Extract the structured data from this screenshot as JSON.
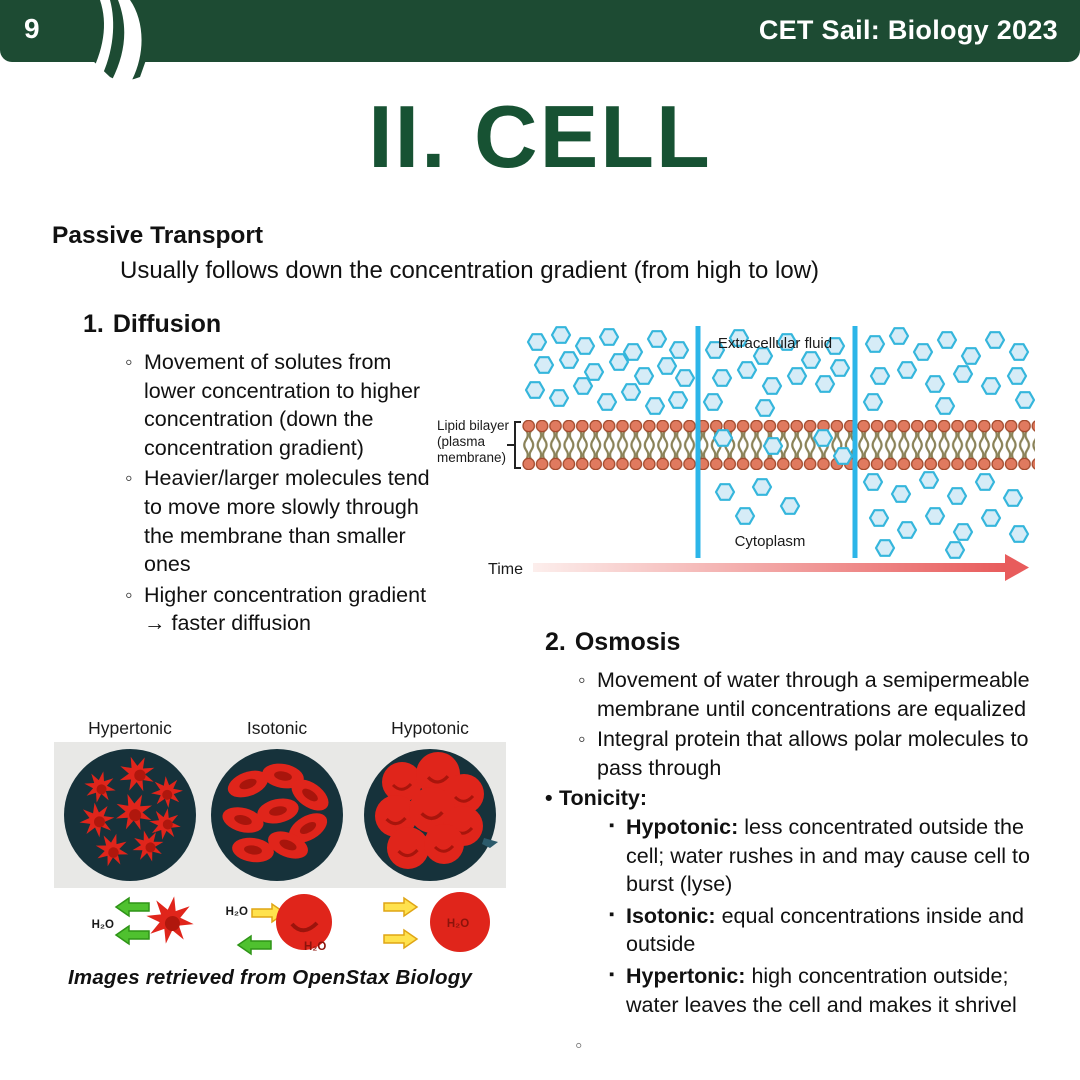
{
  "header": {
    "page_number": "9",
    "course_title": "CET Sail: Biology 2023"
  },
  "title": "II. CELL",
  "passive_transport": {
    "heading": "Passive Transport",
    "subheading": "Usually follows down the concentration gradient (from high to low)"
  },
  "diffusion": {
    "number": "1.",
    "heading": "Diffusion",
    "bullets": [
      "Movement of solutes from lower concentration to higher concentration (down the concentration gradient)",
      "Heavier/larger molecules tend to move more slowly through the membrane than smaller ones",
      "Higher concentration gradient → faster diffusion"
    ]
  },
  "diffusion_figure": {
    "extracellular_label": "Extracellular fluid",
    "bilayer_label_line1": "Lipid bilayer",
    "bilayer_label_line2": "(plasma",
    "bilayer_label_line3": "membrane)",
    "cytoplasm_label": "Cytoplasm",
    "time_label": "Time"
  },
  "osmosis": {
    "number": "2.",
    "heading": "Osmosis",
    "bullets": [
      "Movement of water through a semipermeable membrane until concentrations are equalized",
      "Integral protein that allows polar molecules to pass through"
    ],
    "tonicity_heading": "Tonicity:",
    "tonicity": [
      {
        "term": "Hypotonic:",
        "desc": "less concentrated outside the cell; water rushes in and may cause cell to burst (lyse)"
      },
      {
        "term": "Isotonic:",
        "desc": "equal concentrations inside and outside"
      },
      {
        "term": "Hypertonic:",
        "desc": "high concentration outside; water leaves the cell and makes it shrivel"
      }
    ]
  },
  "tonicity_figure": {
    "labels": [
      "Hypertonic",
      "Isotonic",
      "Hypotonic"
    ],
    "water_label": "H₂O",
    "caption": "Images retrieved from OpenStax Biology"
  },
  "colors": {
    "brand_green": "#1d4b33",
    "title_green": "#175233",
    "membrane_cyan": "#2cb5e8",
    "lipid_head": "#e07a5f",
    "cell_red": "#e0251b",
    "time_arrow_red": "#e85c5c"
  }
}
